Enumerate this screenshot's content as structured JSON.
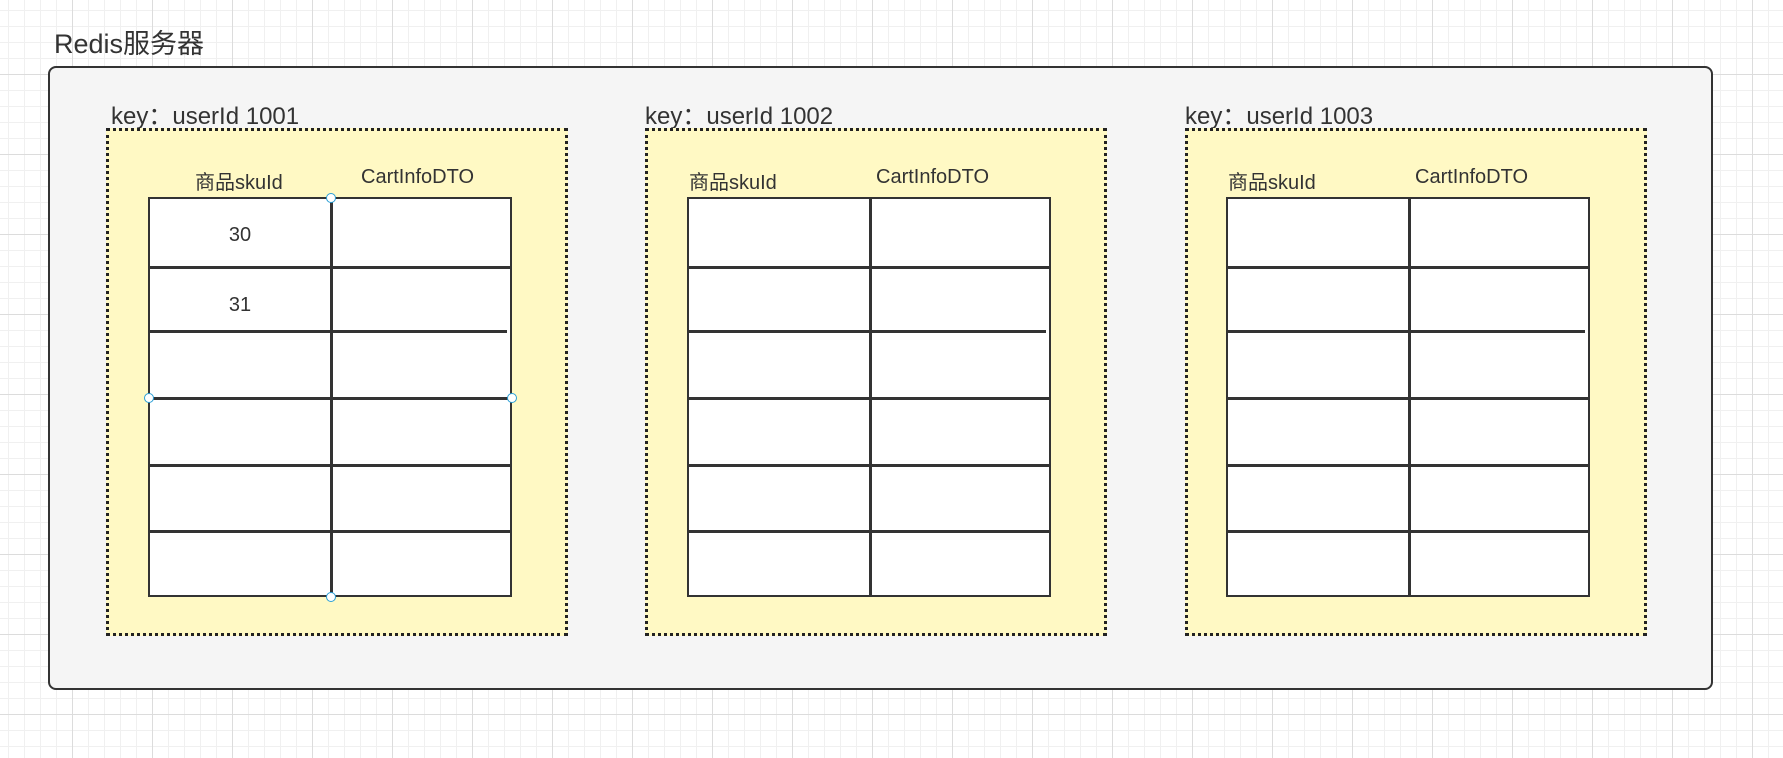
{
  "server": {
    "title": "Redis服务器"
  },
  "hashes": [
    {
      "key_label": "key：userId  1001",
      "col1_header": "商品skuId",
      "col2_header": "CartInfoDTO",
      "rows": [
        {
          "sku": "30",
          "value": ""
        },
        {
          "sku": "31",
          "value": ""
        },
        {
          "sku": "",
          "value": ""
        },
        {
          "sku": "",
          "value": ""
        },
        {
          "sku": "",
          "value": ""
        },
        {
          "sku": "",
          "value": ""
        }
      ]
    },
    {
      "key_label": "key：userId  1002",
      "col1_header": "商品skuId",
      "col2_header": "CartInfoDTO",
      "rows": [
        {
          "sku": "",
          "value": ""
        },
        {
          "sku": "",
          "value": ""
        },
        {
          "sku": "",
          "value": ""
        },
        {
          "sku": "",
          "value": ""
        },
        {
          "sku": "",
          "value": ""
        },
        {
          "sku": "",
          "value": ""
        }
      ]
    },
    {
      "key_label": "key：userId  1003",
      "col1_header": "商品skuId",
      "col2_header": "CartInfoDTO",
      "rows": [
        {
          "sku": "",
          "value": ""
        },
        {
          "sku": "",
          "value": ""
        },
        {
          "sku": "",
          "value": ""
        },
        {
          "sku": "",
          "value": ""
        },
        {
          "sku": "",
          "value": ""
        },
        {
          "sku": "",
          "value": ""
        }
      ]
    }
  ],
  "colors": {
    "server_fill": "#f5f5f5",
    "hash_fill": "#fff9c4",
    "line": "#333333",
    "selection_handle": "#2a9fd6"
  }
}
